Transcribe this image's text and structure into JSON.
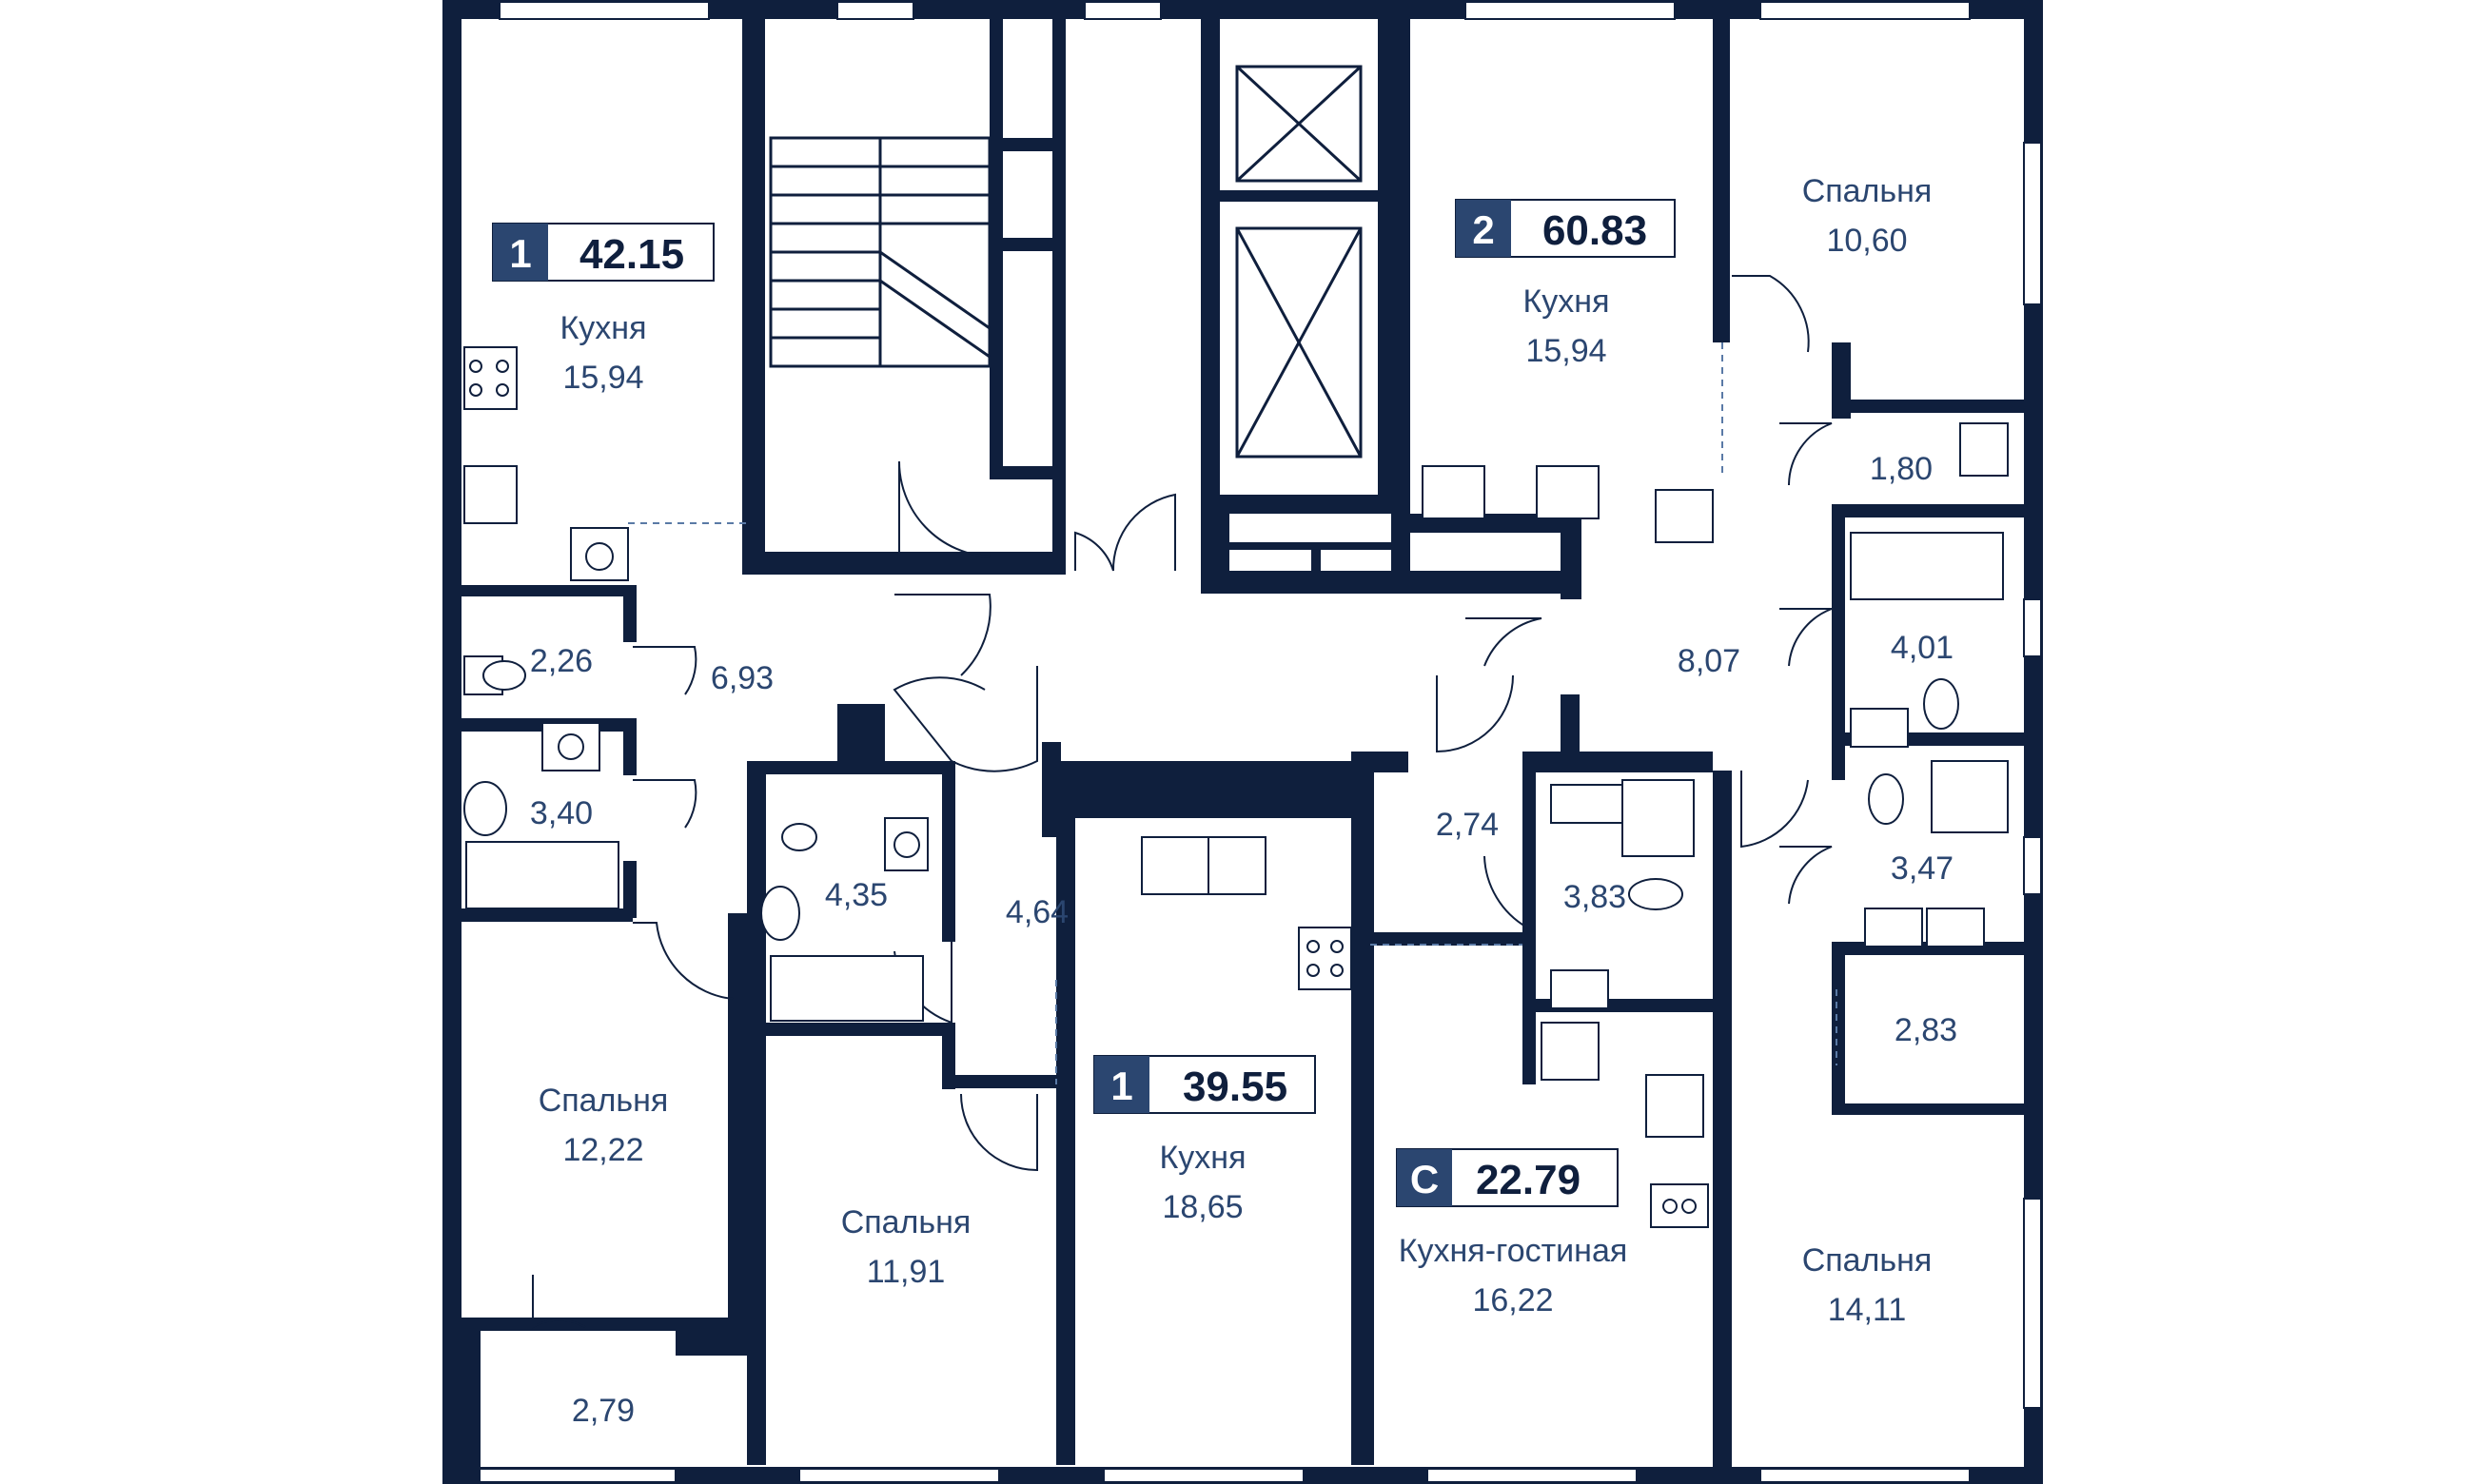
{
  "colors": {
    "wall": "#0f1f3d",
    "badge_number_bg": "#2b4670",
    "label_text": "#2b4670"
  },
  "apartments": [
    {
      "rooms": "1",
      "area": "42.15"
    },
    {
      "rooms": "2",
      "area": "60.83"
    },
    {
      "rooms": "1",
      "area": "39.55"
    },
    {
      "rooms": "С",
      "area": "22.79"
    }
  ],
  "rooms": [
    {
      "name": "Кухня",
      "area": "15,94"
    },
    {
      "name": "",
      "area": "2,26"
    },
    {
      "name": "",
      "area": "6,93"
    },
    {
      "name": "",
      "area": "3,40"
    },
    {
      "name": "Спальня",
      "area": "12,22"
    },
    {
      "name": "",
      "area": "2,79"
    },
    {
      "name": "Кухня",
      "area": "15,94"
    },
    {
      "name": "Спальня",
      "area": "10,60"
    },
    {
      "name": "",
      "area": "1,80"
    },
    {
      "name": "",
      "area": "8,07"
    },
    {
      "name": "",
      "area": "4,01"
    },
    {
      "name": "",
      "area": "3,47"
    },
    {
      "name": "",
      "area": "2,83"
    },
    {
      "name": "Спальня",
      "area": "14,11"
    },
    {
      "name": "",
      "area": "4,35"
    },
    {
      "name": "",
      "area": "4,64"
    },
    {
      "name": "Спальня",
      "area": "11,91"
    },
    {
      "name": "Кухня",
      "area": "18,65"
    },
    {
      "name": "",
      "area": "2,74"
    },
    {
      "name": "",
      "area": "3,83"
    },
    {
      "name": "Кухня-гостиная",
      "area": "16,22"
    }
  ]
}
